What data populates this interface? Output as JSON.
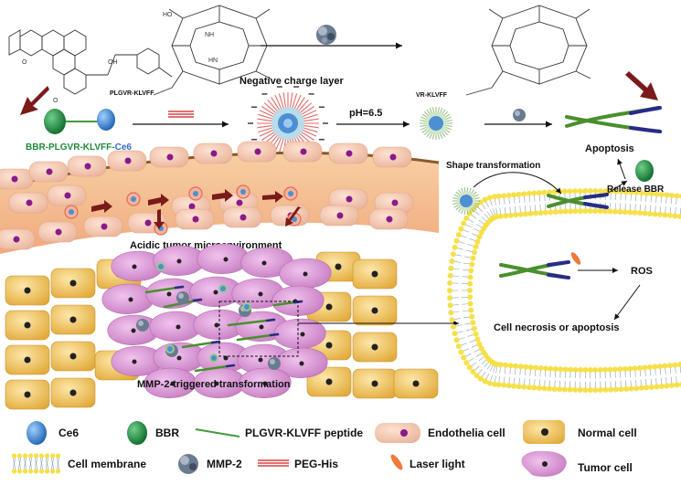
{
  "top": {
    "probe_name": {
      "part1": "BBR-",
      "part2": "PLGVR-KLVFF-",
      "part3": "Ce6"
    },
    "left_linker": "PLGVR-KLVFF",
    "right_linker": "VR-KLVFF",
    "negative_charge_layer": "Negative charge layer",
    "ph_label": "pH=6.5",
    "apoptosis": "Apoptosis",
    "shape_transformation": "Shape transformation",
    "release_bbr": "Release BBR"
  },
  "middle": {
    "acidic_label": "Acidic tumor microenvironment",
    "ros_label": "ROS",
    "necrosis_label": "Cell necrosis or apoptosis",
    "mmp_label": "MMP-2-triggered transformation"
  },
  "legend": {
    "items": [
      {
        "name": "ce6",
        "label": "Ce6"
      },
      {
        "name": "bbr",
        "label": "BBR"
      },
      {
        "name": "peptide",
        "label": "PLGVR-KLVFF peptide"
      },
      {
        "name": "endothelia",
        "label": "Endothelia cell"
      },
      {
        "name": "normal",
        "label": "Normal cell"
      },
      {
        "name": "membrane",
        "label": "Cell membrane"
      },
      {
        "name": "mmp2",
        "label": "MMP-2"
      },
      {
        "name": "peg",
        "label": "PEG-His"
      },
      {
        "name": "laser",
        "label": "Laser light"
      },
      {
        "name": "tumor",
        "label": "Tumor cell"
      }
    ]
  },
  "colors": {
    "ce6": "#2f83cf",
    "bbr": "#1f8a3b",
    "peptide": "#3f9a3b",
    "vessel": "#f5c08a",
    "tumor": "#d58fcf",
    "normal": "#f0c45a",
    "nucleus": "#8a1a8a",
    "dark_red_arrow": "#7a1a1a",
    "membrane_head": "#f6e04a"
  }
}
